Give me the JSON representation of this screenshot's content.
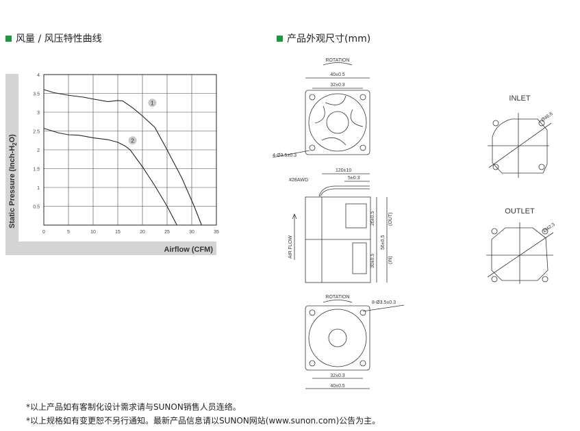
{
  "left_header": "风量 / 风压特性曲线",
  "right_header": "产品外观尺寸(mm)",
  "accent": "#1a9a3a",
  "chart_data": {
    "type": "line",
    "xlabel": "Airflow (CFM)",
    "ylabel": "Static Pressure (Inch-H2O)",
    "xlim": [
      0,
      35
    ],
    "ylim": [
      0,
      4
    ],
    "xticks": [
      "0",
      "5",
      "10",
      "15",
      "20",
      "25",
      "30",
      "35"
    ],
    "yticks": [
      "0.5",
      "1",
      "1.5",
      "2",
      "2.5",
      "3",
      "3.5",
      "4"
    ],
    "grid": true,
    "series": [
      {
        "name": "1",
        "x": [
          0,
          2,
          5,
          8,
          10,
          13,
          15,
          16,
          18,
          20,
          22.5,
          25,
          28,
          30.5,
          32
        ],
        "y": [
          3.6,
          3.52,
          3.45,
          3.4,
          3.35,
          3.28,
          3.31,
          3.3,
          3.12,
          2.9,
          2.6,
          2.0,
          1.25,
          0.5,
          0
        ]
      },
      {
        "name": "2",
        "x": [
          0,
          3,
          5,
          7,
          10,
          13,
          15,
          16.5,
          17.5,
          20,
          22.5,
          25,
          27
        ],
        "y": [
          2.57,
          2.45,
          2.4,
          2.39,
          2.32,
          2.27,
          2.2,
          2.1,
          2.0,
          1.55,
          1.05,
          0.5,
          0
        ]
      }
    ],
    "annotations": [
      {
        "text": "1",
        "x": 22,
        "y": 3.25
      },
      {
        "text": "2",
        "x": 18,
        "y": 2.25
      }
    ]
  },
  "drawing": {
    "rotation": "ROTATION",
    "width_outer": "40±0.5",
    "width_inner": "32±0.3",
    "holes_top": "4-Ø3.5±0.3",
    "holes_bottom": "8-Ø3.5±0.3",
    "lead_length": "120±10",
    "lead_strip": "5±0.3",
    "awg": "#28AWG",
    "air_flow": "AIR FLOW",
    "dim_out": "26±0.5",
    "dim_in": "30±0.5",
    "dim_total": "56±0.5",
    "label_out": "(OUT)",
    "label_in": "(IN)",
    "inlet": "INLET",
    "inlet_dia": "Ø46.6",
    "outlet": "OUTLET",
    "outlet_dia": "Ø42.3"
  },
  "notes": [
    "*以上产品如有客制化设计需求请与SUNON销售人员连络。",
    "*以上规格如有变更恕不另行通知。最新产品信息请以SUNON网站(www.sunon.com)公告为主。"
  ]
}
